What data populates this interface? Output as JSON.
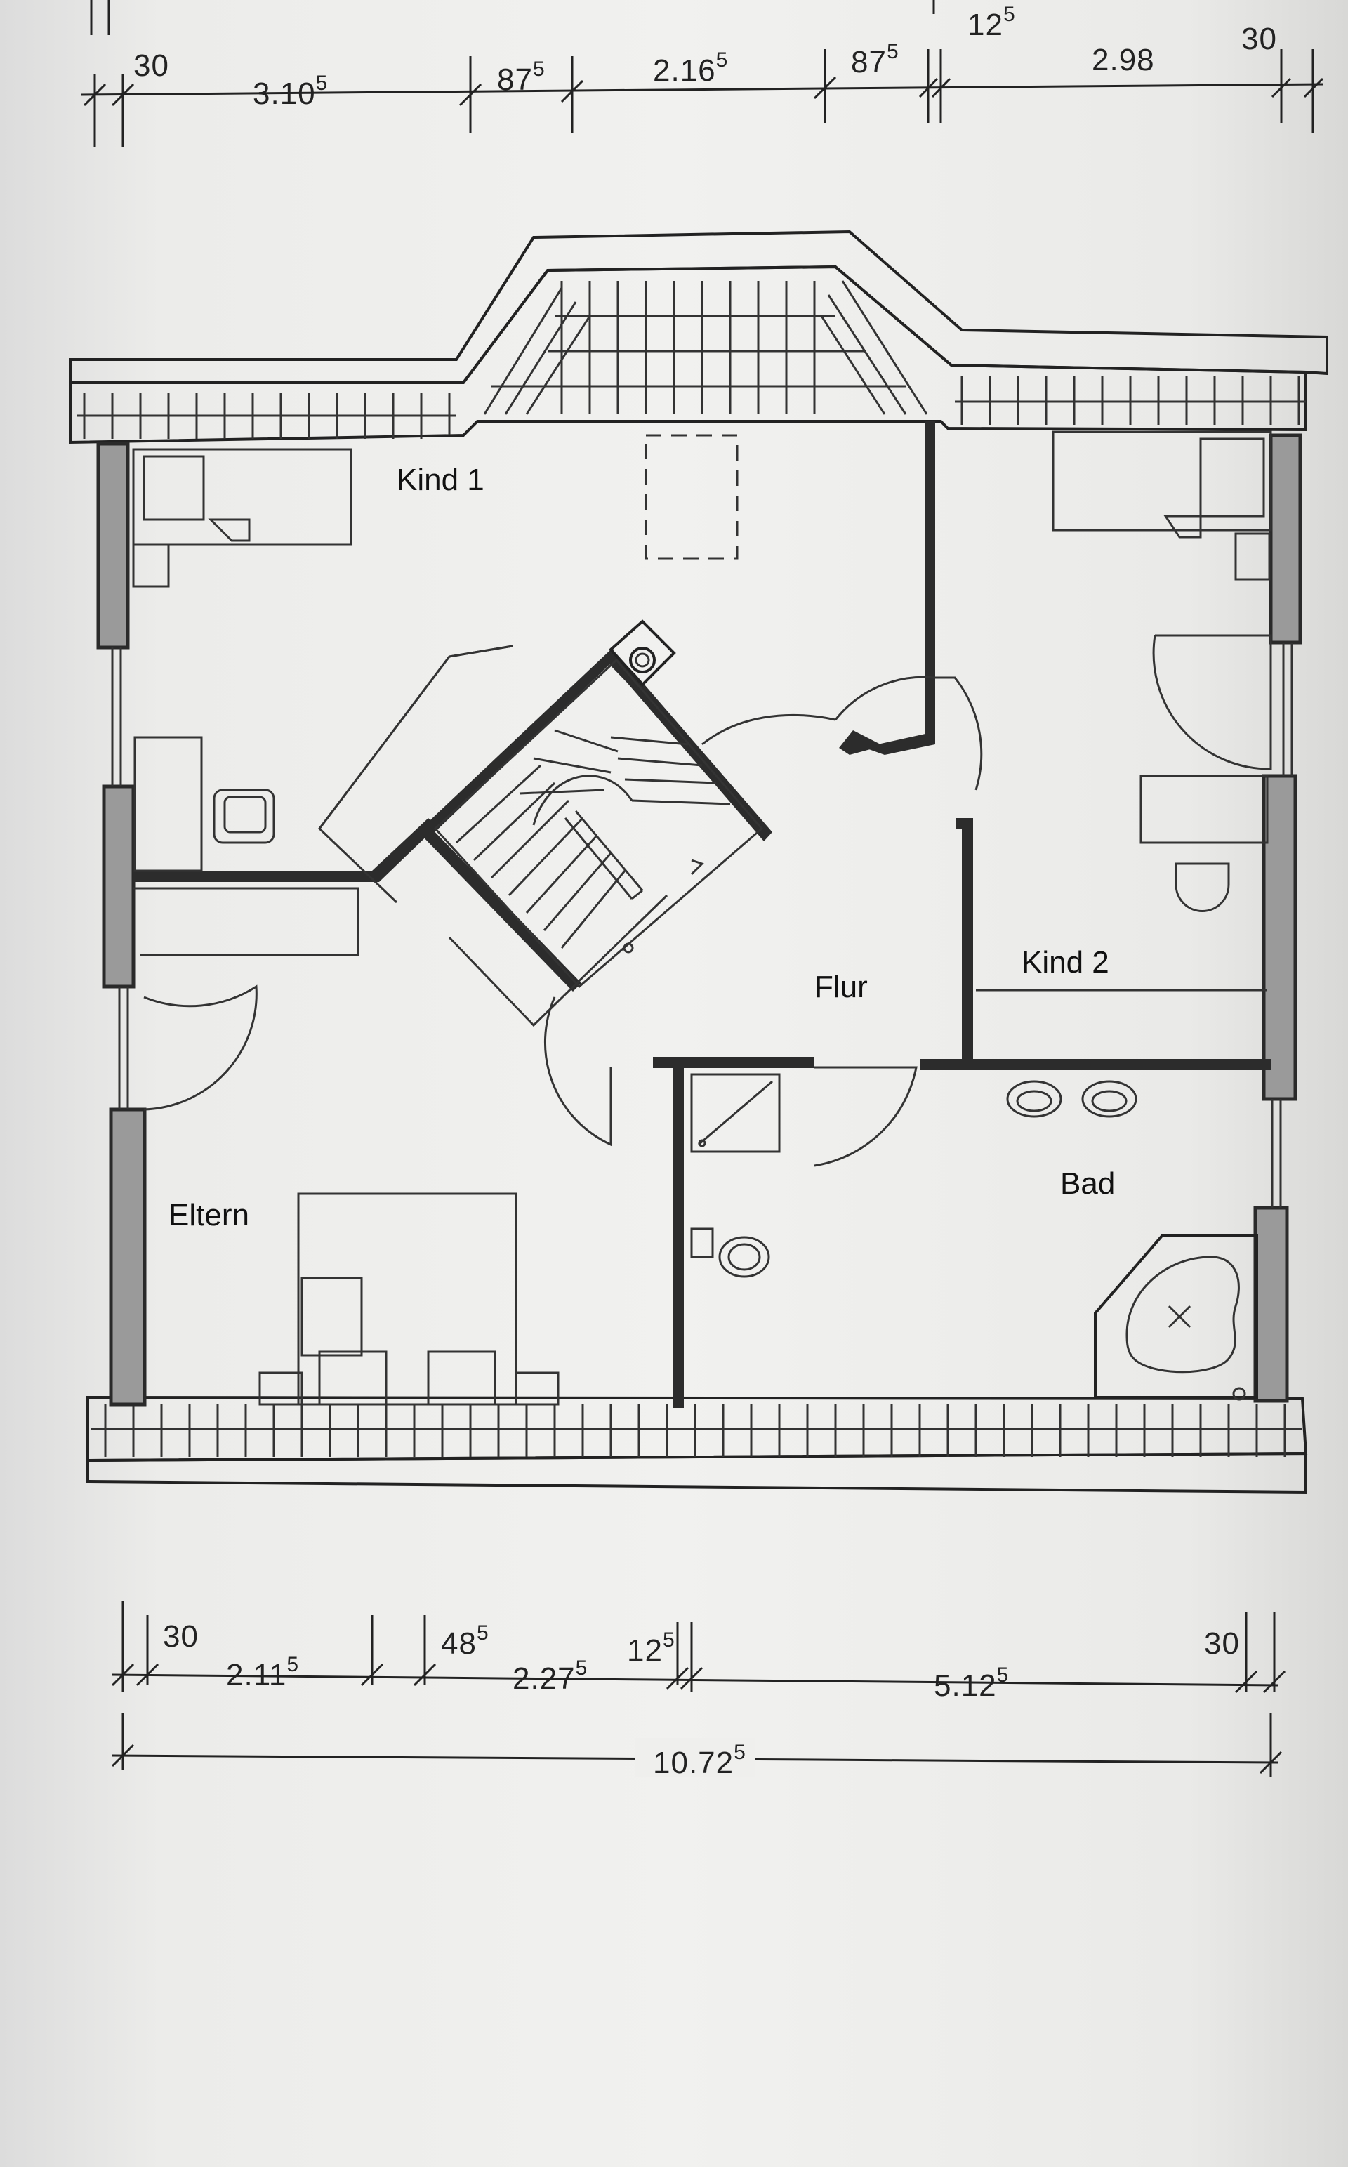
{
  "rooms": {
    "kind1": "Kind 1",
    "kind2": "Kind 2",
    "flur": "Flur",
    "bad": "Bad",
    "eltern": "Eltern"
  },
  "dimensions_top": [
    {
      "value": "30",
      "sup": ""
    },
    {
      "value": "3.10",
      "sup": "5"
    },
    {
      "value": "87",
      "sup": "5"
    },
    {
      "value": "2.16",
      "sup": "5"
    },
    {
      "value": "87",
      "sup": "5"
    },
    {
      "value": "12",
      "sup": "5"
    },
    {
      "value": "2.98",
      "sup": ""
    },
    {
      "value": "30",
      "sup": ""
    }
  ],
  "dimensions_bottom": [
    {
      "value": "30",
      "sup": ""
    },
    {
      "value": "2.11",
      "sup": "5"
    },
    {
      "value": "48",
      "sup": "5"
    },
    {
      "value": "2.27",
      "sup": "5"
    },
    {
      "value": "12",
      "sup": "5"
    },
    {
      "value": "5.12",
      "sup": "5"
    },
    {
      "value": "30",
      "sup": ""
    }
  ],
  "dimension_total": {
    "value": "10.72",
    "sup": "5"
  }
}
